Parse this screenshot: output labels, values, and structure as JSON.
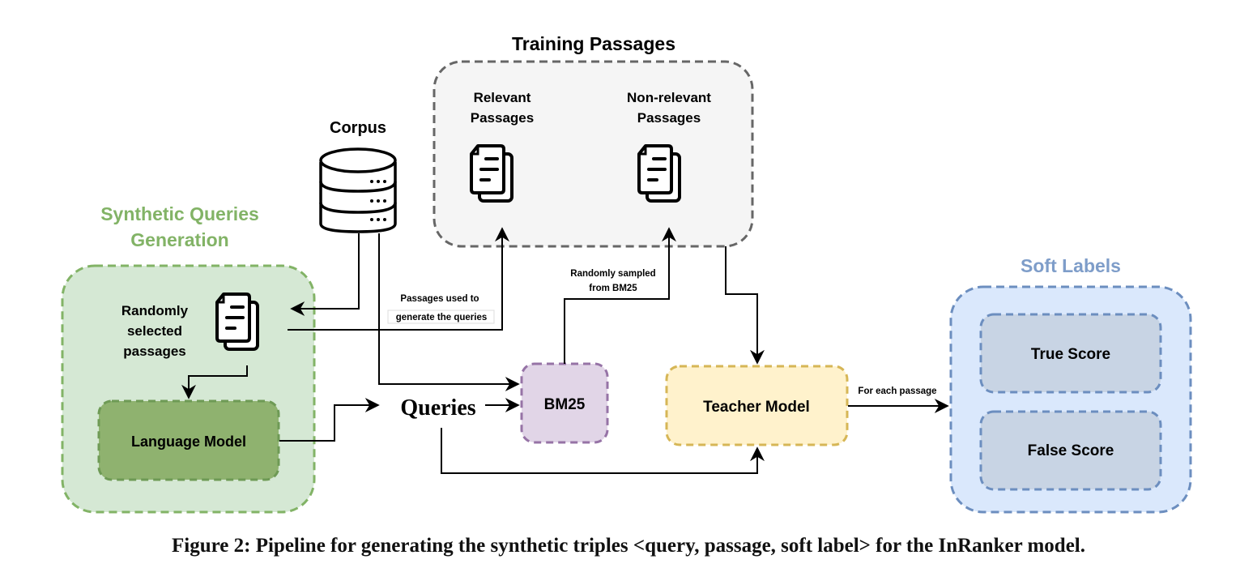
{
  "groups": {
    "training_passages": {
      "title": "Training Passages",
      "relevant": [
        "Relevant",
        "Passages"
      ],
      "non_relevant": [
        "Non-relevant",
        "Passages"
      ]
    },
    "synthetic_queries": {
      "title": [
        "Synthetic Queries",
        "Generation"
      ],
      "selected": [
        "Randomly",
        "selected",
        "passages"
      ],
      "language_model": "Language Model"
    },
    "soft_labels": {
      "title": "Soft Labels",
      "true_score": "True Score",
      "false_score": "False Score"
    }
  },
  "nodes": {
    "corpus": "Corpus",
    "queries": "Queries",
    "bm25": "BM25",
    "teacher_model": "Teacher Model"
  },
  "edge_labels": {
    "passages_used": [
      "Passages used to",
      "generate the queries"
    ],
    "randomly_sampled": [
      "Randomly sampled",
      "from BM25"
    ],
    "for_each_passage": "For each passage"
  },
  "colors": {
    "training_fill": "#f5f5f5",
    "training_stroke": "#666666",
    "training_title": "#8c8c8c",
    "synth_fill": "#d5e8d4",
    "synth_stroke": "#82b366",
    "synth_title": "#82b366",
    "lm_fill": "#8fb26f",
    "bm25_fill": "#e1d5e7",
    "bm25_stroke": "#9673a6",
    "teacher_fill": "#fff2cc",
    "teacher_stroke": "#d6b656",
    "soft_fill": "#dae8fc",
    "soft_stroke": "#6c8ebf",
    "soft_title": "#7e9dc9",
    "score_fill": "#c8d4e4"
  },
  "caption": "Figure 2: Pipeline for generating the synthetic triples <query, passage, soft label> for the InRanker model."
}
